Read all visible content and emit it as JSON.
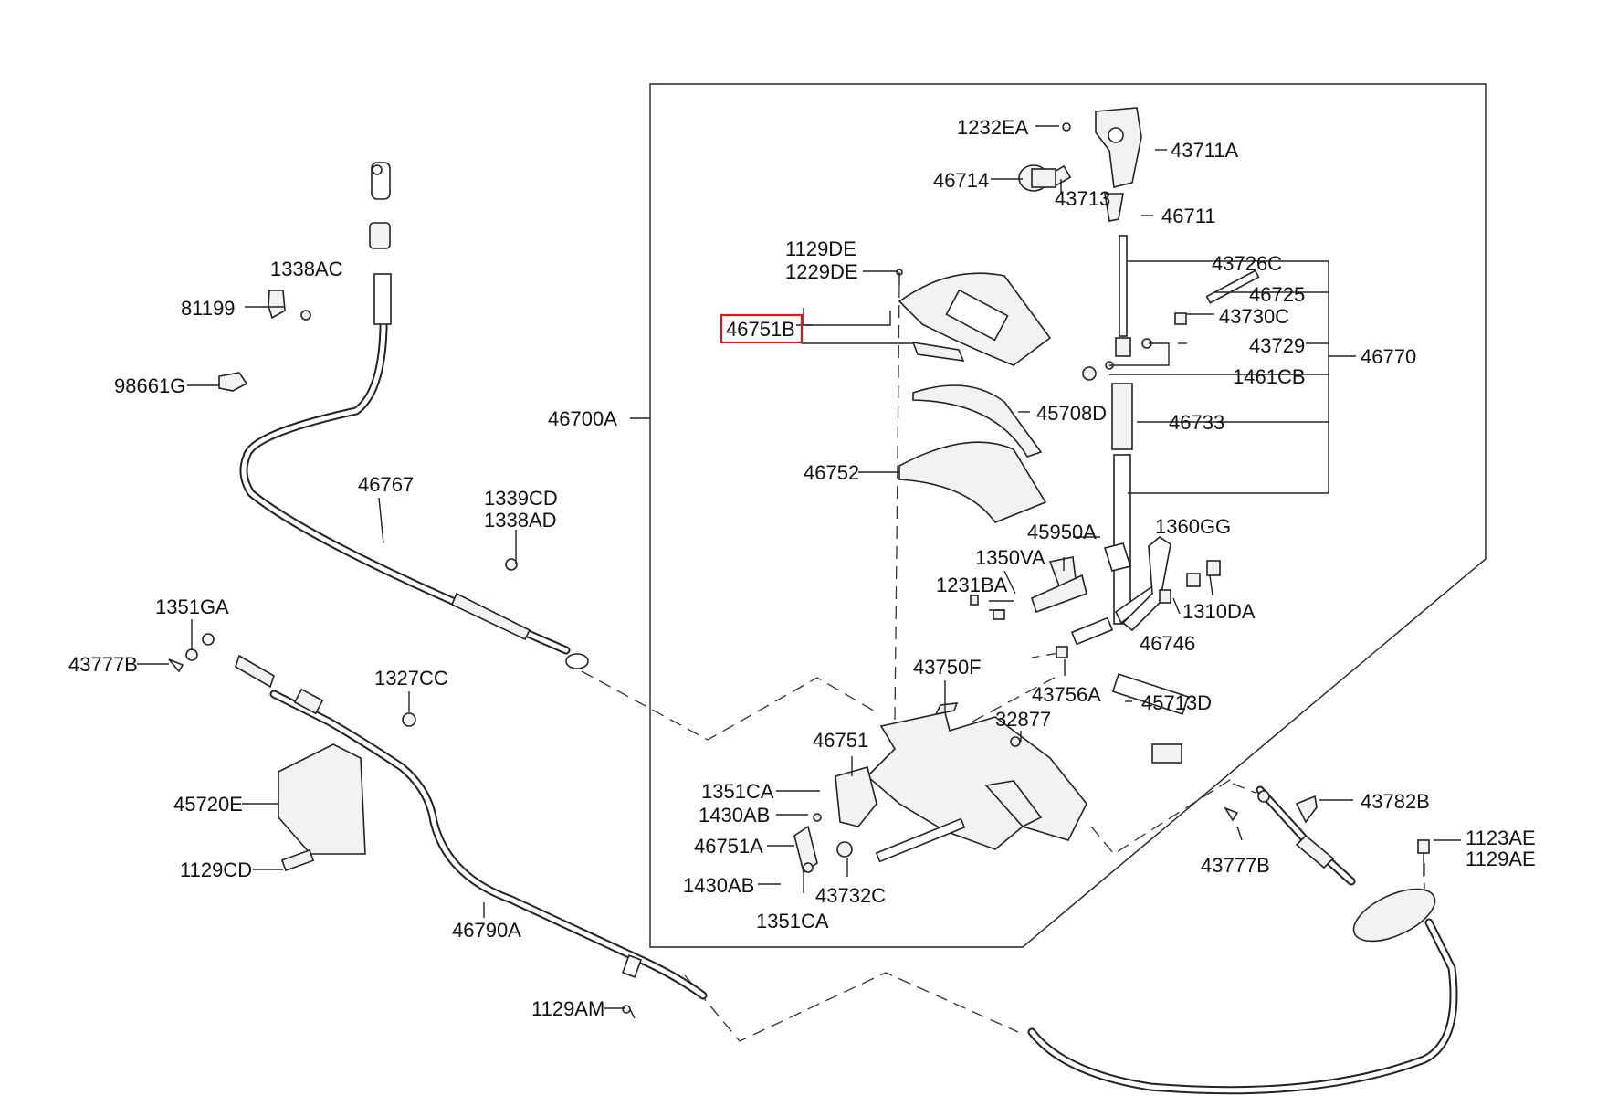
{
  "highlighted_part": "46751B",
  "parts": {
    "p1232EA": "1232EA",
    "p43711A": "43711A",
    "p46714": "46714",
    "p43713": "43713",
    "p46711": "46711",
    "p1129DE": "1129DE",
    "p1229DE": "1229DE",
    "p43726C": "43726C",
    "p46725": "46725",
    "p43730C": "43730C",
    "p46751B": "46751B",
    "p43729": "43729",
    "p46770": "46770",
    "p1461CB": "1461CB",
    "p46700A": "46700A",
    "p45708D": "45708D",
    "p46733": "46733",
    "p46752": "46752",
    "p1360GG": "1360GG",
    "p45950A": "45950A",
    "p1350VA": "1350VA",
    "p1231BA": "1231BA",
    "p1310DA": "1310DA",
    "p46746": "46746",
    "p43750F": "43750F",
    "p43756A": "43756A",
    "p45713D": "45713D",
    "p32877": "32877",
    "p46751": "46751",
    "p1351CA_top": "1351CA",
    "p1430AB_top": "1430AB",
    "p46751A": "46751A",
    "p1430AB_bot": "1430AB",
    "p43732C": "43732C",
    "p1351CA_bot": "1351CA",
    "p1338AC": "1338AC",
    "p81199": "81199",
    "p98661G": "98661G",
    "p46767": "46767",
    "p1339CD": "1339CD",
    "p1338AD": "1338AD",
    "p1351GA": "1351GA",
    "p43777B_left": "43777B",
    "p1327CC": "1327CC",
    "p45720E": "45720E",
    "p1129CD": "1129CD",
    "p46790A": "46790A",
    "p1129AM": "1129AM",
    "p43782B": "43782B",
    "p43777B_right": "43777B",
    "p1123AE": "1123AE",
    "p1129AE": "1129AE"
  },
  "colors": {
    "highlight": "#e0151a",
    "line": "#222222",
    "background": "#ffffff"
  }
}
